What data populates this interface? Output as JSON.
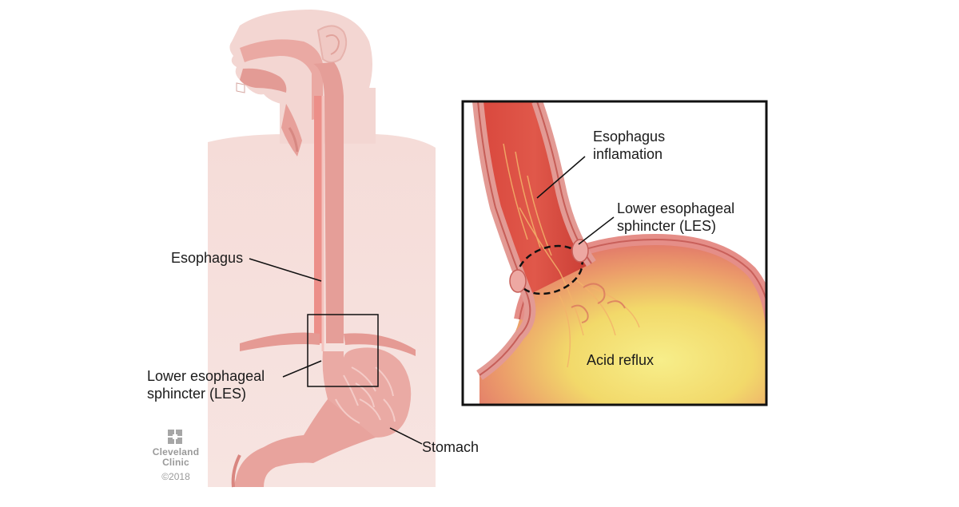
{
  "labels": {
    "esophagus": "Esophagus",
    "les_left_line1": "Lower esophageal",
    "les_left_line2": "sphincter (LES)",
    "stomach": "Stomach",
    "inflammation_line1": "Esophagus",
    "inflammation_line2": "inflamation",
    "les_right_line1": "Lower esophageal",
    "les_right_line2": "sphincter (LES)",
    "acid_reflux": "Acid reflux"
  },
  "logo": {
    "name_line1": "Cleveland",
    "name_line2": "Clinic",
    "copyright": "©2018"
  },
  "colors": {
    "skin": "#f3d3cf",
    "tissue": "#e9a6a1",
    "tissue_dark": "#d47f7c",
    "inflamed": "#d9463a",
    "acid": "#f0e066",
    "outline": "#111111"
  }
}
